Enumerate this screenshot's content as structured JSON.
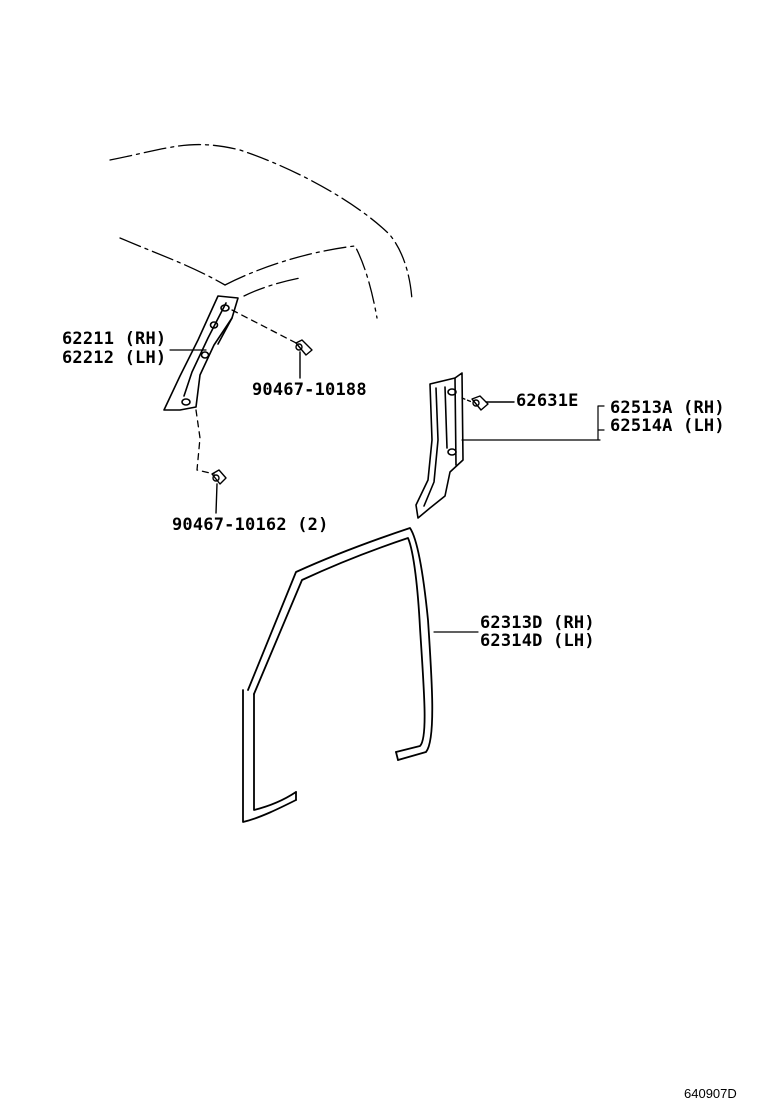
{
  "labels": {
    "a_pillar_rh": "62211 (RH)",
    "a_pillar_lh": "62212 (LH)",
    "clip_upper": "90467-10188",
    "clip_lower": "90467-10162 (2)",
    "clip_b_pillar": "62631E",
    "b_pillar_rh": "62513A (RH)",
    "b_pillar_lh": "62514A (LH)",
    "weatherstrip_rh": "62313D (RH)",
    "weatherstrip_lh": "62314D (LH)"
  },
  "diagram_code": "640907D"
}
